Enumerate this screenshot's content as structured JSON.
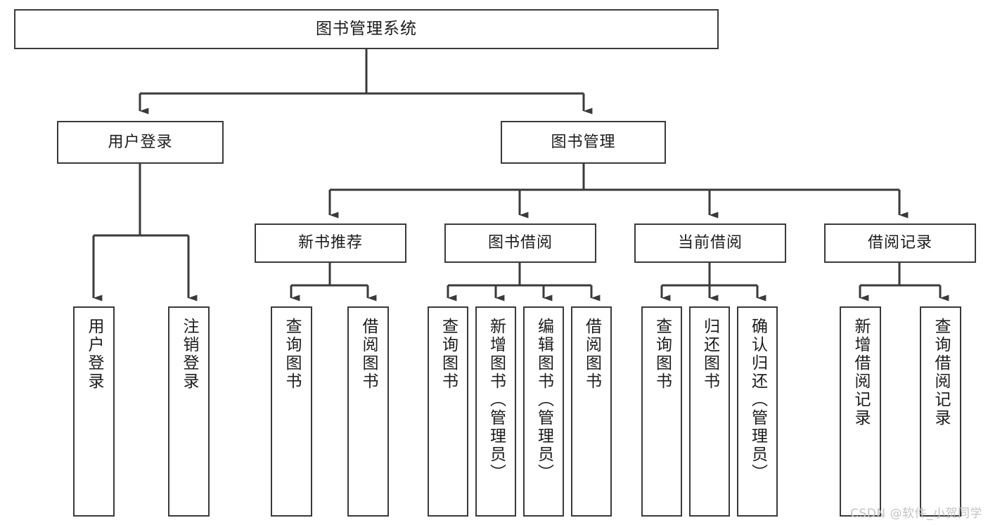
{
  "diagram": {
    "title": "图书管理系统",
    "type": "tree-hierarchy",
    "watermark": "CSDN @软件_小贺同学",
    "colors": {
      "background": "#ffffff",
      "node_border": "#3a3a3a",
      "node_fill": "#ffffff",
      "connector": "#3a3a3a",
      "text": "#1c1c1c",
      "watermark": "#c3c3c3"
    },
    "nodes": {
      "root": {
        "label": "图书管理系统",
        "orientation": "horizontal"
      },
      "level2": [
        {
          "id": "user-login",
          "label": "用户登录",
          "orientation": "horizontal"
        },
        {
          "id": "book-manage",
          "label": "图书管理",
          "orientation": "horizontal"
        }
      ],
      "level3": [
        {
          "id": "new-book-rec",
          "label": "新书推荐",
          "orientation": "horizontal"
        },
        {
          "id": "book-borrow",
          "label": "图书借阅",
          "orientation": "horizontal"
        },
        {
          "id": "current-borrow",
          "label": "当前借阅",
          "orientation": "horizontal"
        },
        {
          "id": "borrow-record",
          "label": "借阅记录",
          "orientation": "horizontal"
        }
      ],
      "leaves": [
        {
          "id": "leaf-user-login",
          "label": "用户登录",
          "parent": "user-login",
          "orientation": "vertical"
        },
        {
          "id": "leaf-logout",
          "label": "注销登录",
          "parent": "user-login",
          "orientation": "vertical"
        },
        {
          "id": "leaf-query-book-1",
          "label": "查询图书",
          "parent": "new-book-rec",
          "orientation": "vertical"
        },
        {
          "id": "leaf-borrow-book-1",
          "label": "借阅图书",
          "parent": "new-book-rec",
          "orientation": "vertical"
        },
        {
          "id": "leaf-query-book-2",
          "label": "查询图书",
          "parent": "book-borrow",
          "orientation": "vertical"
        },
        {
          "id": "leaf-add-book",
          "label": "新增图书（管理员）",
          "parent": "book-borrow",
          "orientation": "vertical"
        },
        {
          "id": "leaf-edit-book",
          "label": "编辑图书（管理员）",
          "parent": "book-borrow",
          "orientation": "vertical"
        },
        {
          "id": "leaf-borrow-book-2",
          "label": "借阅图书",
          "parent": "book-borrow",
          "orientation": "vertical"
        },
        {
          "id": "leaf-query-book-3",
          "label": "查询图书",
          "parent": "current-borrow",
          "orientation": "vertical"
        },
        {
          "id": "leaf-return-book",
          "label": "归还图书",
          "parent": "current-borrow",
          "orientation": "vertical"
        },
        {
          "id": "leaf-confirm-return",
          "label": "确认归还（管理员）",
          "parent": "current-borrow",
          "orientation": "vertical"
        },
        {
          "id": "leaf-add-record",
          "label": "新增借阅记录",
          "parent": "borrow-record",
          "orientation": "vertical"
        },
        {
          "id": "leaf-query-record",
          "label": "查询借阅记录",
          "parent": "borrow-record",
          "orientation": "vertical"
        }
      ]
    }
  }
}
